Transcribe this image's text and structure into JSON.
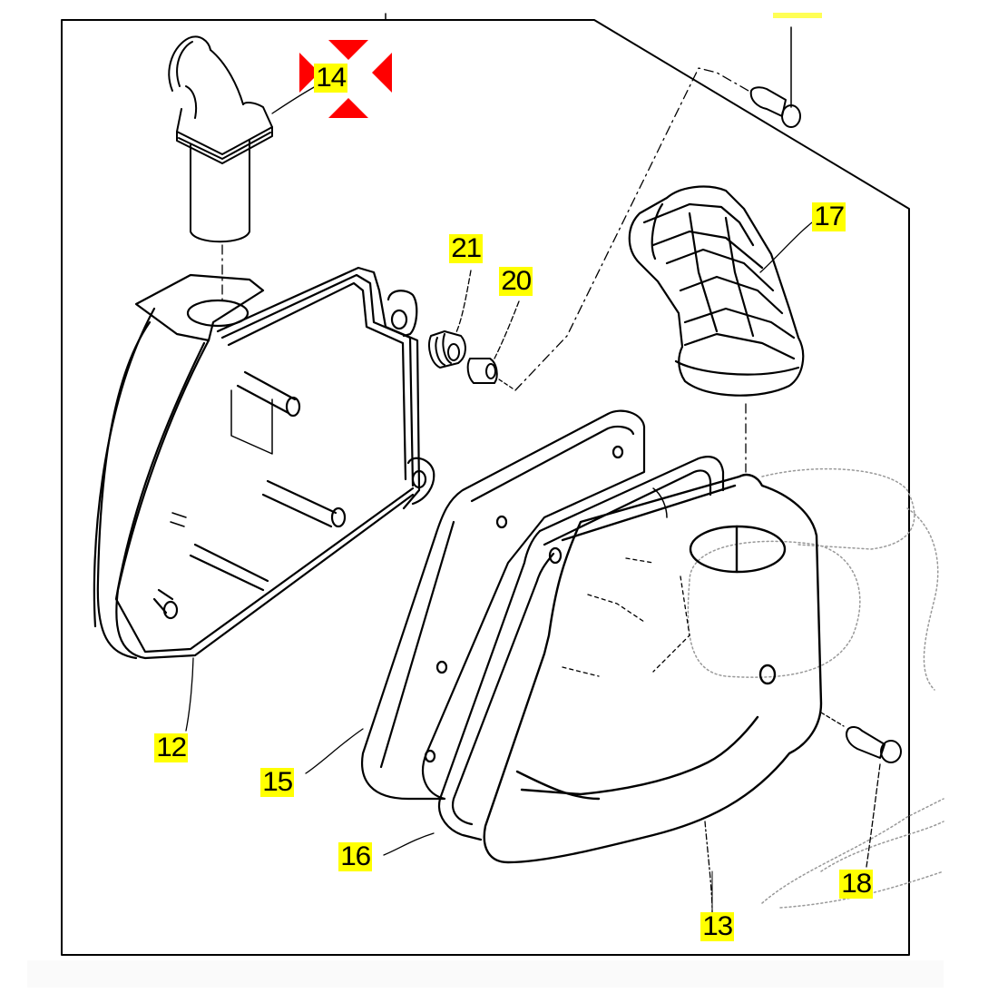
{
  "diagram": {
    "title": "Air filter box exploded parts diagram",
    "colors": {
      "callout_background": "#ffff00",
      "selection_marker": "#ff0000",
      "line_art": "#000000",
      "watermark": "#9a9a9a"
    },
    "selected_part": "14",
    "callouts": [
      {
        "id": "12",
        "label": "12",
        "part": "air-filter-box-cover"
      },
      {
        "id": "13",
        "label": "13",
        "part": "air-filter-box-housing"
      },
      {
        "id": "14",
        "label": "14",
        "part": "intake-elbow-pipe"
      },
      {
        "id": "15",
        "label": "15",
        "part": "filter-element"
      },
      {
        "id": "16",
        "label": "16",
        "part": "gasket-seal"
      },
      {
        "id": "17",
        "label": "17",
        "part": "intake-duct-sleeve"
      },
      {
        "id": "18",
        "label": "18",
        "part": "screw"
      },
      {
        "id": "20",
        "label": "20",
        "part": "bushing"
      },
      {
        "id": "21",
        "label": "21",
        "part": "rubber-grommet"
      }
    ],
    "cropped_callout": {
      "label": "",
      "part": "top-screw"
    }
  }
}
